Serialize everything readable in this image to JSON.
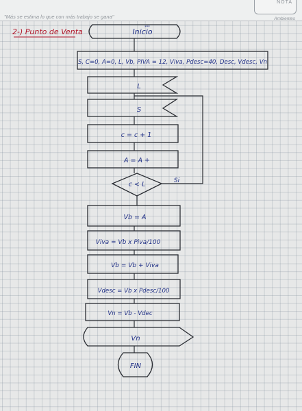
{
  "header": {
    "motto": "\"Más se estima lo que con más trabajo se gana\"",
    "brand": "Ambientes",
    "corner_label": "NOTA"
  },
  "diagram": {
    "title": "2-) Punto de Venta",
    "start": "Inicio",
    "start_note": "***",
    "init": "S, C=0, A=0, L, Vb, PIVA = 12, Viva, Pdesc=40, Desc, Vdesc, Vn",
    "input1": "L",
    "input2": "S",
    "counter": "c = c + 1",
    "accum": "A = A +",
    "decision": "c < L",
    "decision_yes": "Si",
    "vb": "Vb = A",
    "viva": "Viva = Vb x Piva/100",
    "vb_sum": "Vb = Vb + Viva",
    "vdesc": "Vdesc = Vb x Pdesc/100",
    "vn": "Vn = Vb - Vdec",
    "output": "Vn",
    "end": "FIN"
  }
}
